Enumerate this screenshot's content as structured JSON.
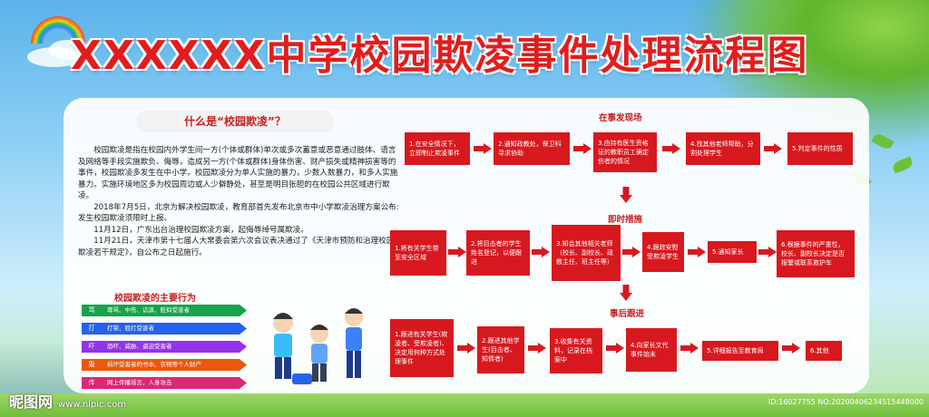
{
  "title": "XXXXXX中学校园欺凌事件处理流程图",
  "intro_heading": "什么是“校园欺凌”？",
  "intro_paragraphs": [
    "校园欺凌是指在校园内外学生间一方(个体或群体)单次或多次蓄意或恶意通过肢体、语言及网络等手段实施欺负、侮辱，造成另一方(个体或群体)身体伤害、财产损失或精神损害等的事件，校园欺凌多发生在中小学。校园欺凌分为单人实施的暴力，少数人数暴力，和多人实施暴力。实施环境地区多为校园周边或人少僻静处，甚至是明目张胆的在校园公共区域进行欺凌。",
    "2018年7月5日，北京为解决校园欺凌，教育部首先发布北京市中小学欺凌治理方案公布:发生校园欺凌须限时上报。",
    "11月12日，广东出台治理校园欺凌方案，起侮辱绰号属欺凌。",
    "11月21日，天津市第十七届人大常委会第六次会议表决通过了《天津市预防和治理校园欺凌若干规定》，自公布之日起施行。"
  ],
  "behaviors_title": "校园欺凌的主要行为",
  "behaviors": [
    {
      "tag": "骂",
      "text": "辱骂、中伤、讥讽、贬抑受害者",
      "color": "#16a34a"
    },
    {
      "tag": "打",
      "text": "打架、殴打受害者",
      "color": "#2563eb"
    },
    {
      "tag": "吓",
      "text": "恐吓、威胁、逼迫受害者",
      "color": "#9333ea"
    },
    {
      "tag": "毁",
      "text": "损坏受害者的书本、衣物等个人财产",
      "color": "#ea580c"
    },
    {
      "tag": "传",
      "text": "网上传播谣言，人身攻击",
      "color": "#db2777"
    }
  ],
  "flow": {
    "section1": "在事发现场",
    "row1": [
      "1.在安全情况下，立即制止欺凌事件",
      "2.通知政教处，保卫科寻求协助",
      "3.由持有医生资格证的教职员工确定伤者的情况",
      "4.找其他老师帮助，分割处理学生",
      "5.判定事件的性质"
    ],
    "section2": "即时措施",
    "row2": [
      "1.将有关学生带至安全区域",
      "2.将目击者的学生姓名登记，以便跟进",
      "3.知会其他相关老师（校长、副校长、政教主任、班主任等）",
      "4.跟踪安慰受欺凌学生",
      "5.通知家长",
      "6.根据事件的严重性，校长、副校长决定是否报警或联系救护车"
    ],
    "section3": "事后跟进",
    "row3": [
      "1.跟进有关学生(欺凌者、受欺凌者)、决定用何种方式处理事件",
      "2.跟进其他学生(目击者、知情者)",
      "3.收集有关资料，记录在档案中",
      "4.向家长文代事件始末",
      "5.详细报告至教育局",
      "6.其他"
    ]
  },
  "watermark": "ID:16027755 NO:20200406234515448000",
  "logo": "昵图网",
  "logo_url": "www.nipic.com"
}
